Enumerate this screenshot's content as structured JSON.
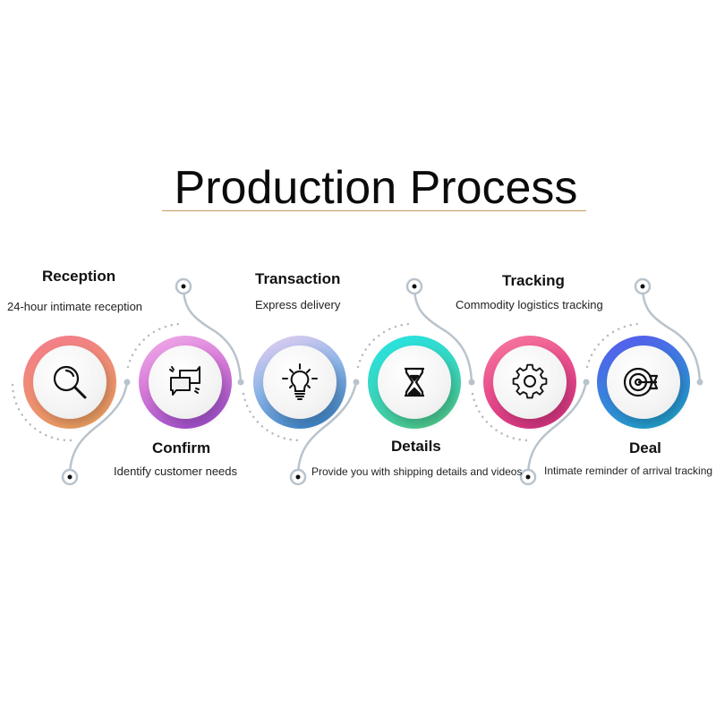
{
  "title": "Production Process",
  "colors": {
    "title_rule": "#c69a5e",
    "connector_line": "#b9c3cc",
    "dots": "#b4bcc4"
  },
  "steps": [
    {
      "title": "Reception",
      "description": "24-hour intimate reception",
      "icon": "magnifier-icon",
      "ring_colors": [
        "#f07e8c",
        "#e9a35a"
      ],
      "label_position": "top"
    },
    {
      "title": "Confirm",
      "description": "Identify customer needs",
      "icon": "chat-bubbles-icon",
      "ring_colors": [
        "#f0a6e0",
        "#9b45c9"
      ],
      "label_position": "bottom"
    },
    {
      "title": "Transaction",
      "description": "Express delivery",
      "icon": "lightbulb-icon",
      "ring_colors": [
        "#e7c8f0",
        "#2b7ec0"
      ],
      "label_position": "top"
    },
    {
      "title": "Details",
      "description": "Provide you with shipping details and videos",
      "icon": "hourglass-icon",
      "ring_colors": [
        "#2fe0e0",
        "#4ac78a"
      ],
      "label_position": "bottom"
    },
    {
      "title": "Tracking",
      "description": "Commodity logistics tracking",
      "icon": "gear-icon",
      "ring_colors": [
        "#f76f9a",
        "#d12e7d"
      ],
      "label_position": "top"
    },
    {
      "title": "Deal",
      "description": "Intimate reminder of arrival tracking",
      "icon": "target-arrow-icon",
      "ring_colors": [
        "#5a5ff0",
        "#1fa3c7"
      ],
      "label_position": "bottom"
    }
  ]
}
